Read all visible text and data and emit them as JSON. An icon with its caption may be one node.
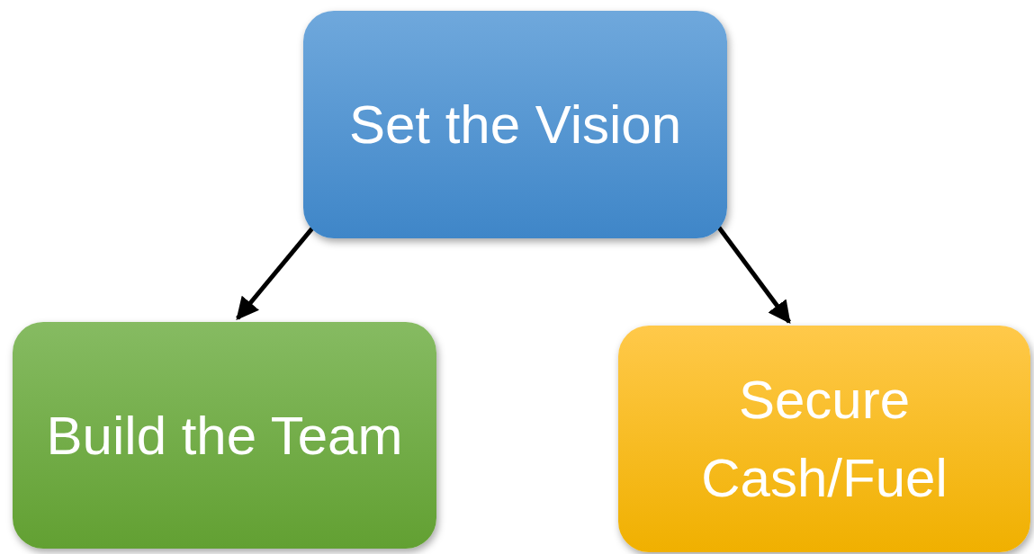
{
  "diagram": {
    "nodes": [
      {
        "text": [
          "Set the Vision"
        ]
      },
      {
        "text": [
          "Build the Team"
        ]
      },
      {
        "text": [
          "Secure Cash/Fuel"
        ]
      }
    ],
    "edges": [
      {
        "from": 0,
        "to": 1,
        "arrow": "to"
      },
      {
        "from": 0,
        "to": 2,
        "arrow": "to"
      }
    ]
  }
}
